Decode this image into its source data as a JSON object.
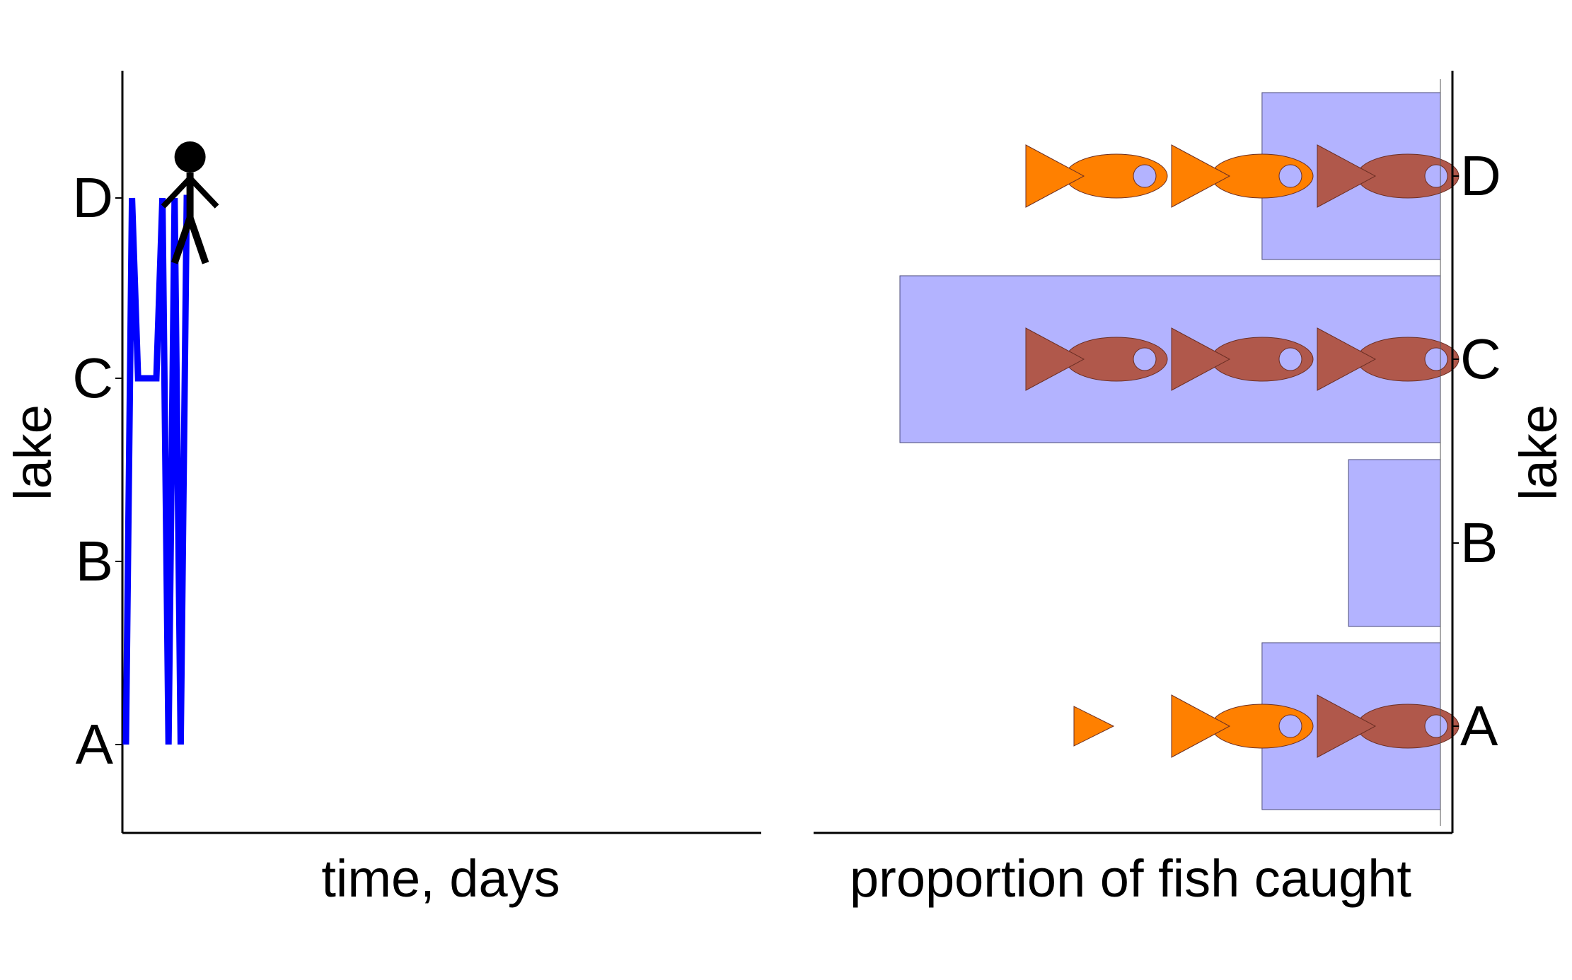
{
  "chart_data": [
    {
      "type": "line",
      "title": "",
      "xlabel": "time, days",
      "ylabel": "lake",
      "categories": [
        "A",
        "B",
        "C",
        "D"
      ],
      "x": [
        0,
        1,
        2,
        3,
        4,
        5,
        6,
        7,
        8,
        9,
        10,
        11
      ],
      "values": [
        "A",
        "D",
        "C",
        "C",
        "C",
        "C",
        "D",
        "A",
        "D",
        "A",
        "D",
        "D"
      ],
      "xlim": [
        0,
        100
      ],
      "grid": false,
      "line_color": "#0000ff",
      "marker_icon": "person-icon",
      "marker_position": {
        "x": 11,
        "lake": "D"
      }
    },
    {
      "type": "bar",
      "orientation": "horizontal",
      "title": "",
      "xlabel": "proportion of fish caught",
      "ylabel": "lake",
      "categories": [
        "A",
        "B",
        "C",
        "D"
      ],
      "values": [
        0.33,
        0.17,
        1.0,
        0.33
      ],
      "xlim": [
        1.0,
        0
      ],
      "bar_color": "#b3b3ff",
      "grid": false,
      "fish_icons": [
        {
          "lake": "A",
          "fish": [
            "small-orange",
            "orange",
            "red"
          ]
        },
        {
          "lake": "C",
          "fish": [
            "red",
            "red",
            "red"
          ]
        },
        {
          "lake": "D",
          "fish": [
            "orange",
            "orange",
            "red"
          ]
        }
      ],
      "fish_colors": {
        "orange": "#ff8000",
        "red": "#b0584b"
      }
    }
  ]
}
